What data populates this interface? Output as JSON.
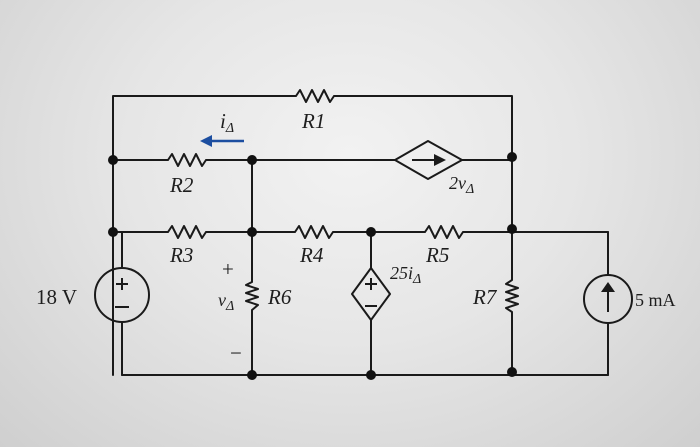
{
  "diagram": {
    "labels": {
      "r1": "R1",
      "r2": "R2",
      "r3": "R3",
      "r4": "R4",
      "r5": "R5",
      "r6": "R6",
      "r7": "R7",
      "v_source": "18 V",
      "i_source": "5 mA",
      "dep_vsource": "25i",
      "dep_vsource_sub": "Δ",
      "dep_csource": "2v",
      "dep_csource_sub": "Δ",
      "i_delta": "i",
      "i_delta_sub": "Δ",
      "v_delta": "v",
      "v_delta_sub": "Δ",
      "plus": "+",
      "minus": "−"
    },
    "colors": {
      "wire": "#1a1a1a",
      "current_arrow": "#1c4ea0",
      "background": "#e6e6e6"
    }
  }
}
